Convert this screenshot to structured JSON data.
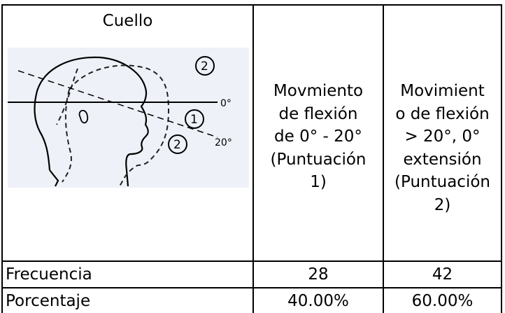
{
  "table": {
    "header": {
      "title": "Cuello",
      "col1": [
        "Movmiento",
        "de flexión",
        "de 0° - 20°",
        "(Puntuación",
        "1)"
      ],
      "col2": [
        "Movimient",
        "o de flexión",
        "> 20°, 0°",
        "extensión",
        "(Puntuación",
        "2)"
      ]
    },
    "figure": {
      "labels": {
        "zero_deg": "0°",
        "twenty_deg": "20°",
        "circle_top": "2",
        "circle_mid": "1",
        "circle_bottom": "2"
      }
    },
    "rows": [
      {
        "label": "Frecuencia",
        "v1": "28",
        "v2": "42"
      },
      {
        "label": "Porcentaje",
        "v1": "40.00%",
        "v2": "60.00%"
      }
    ]
  }
}
